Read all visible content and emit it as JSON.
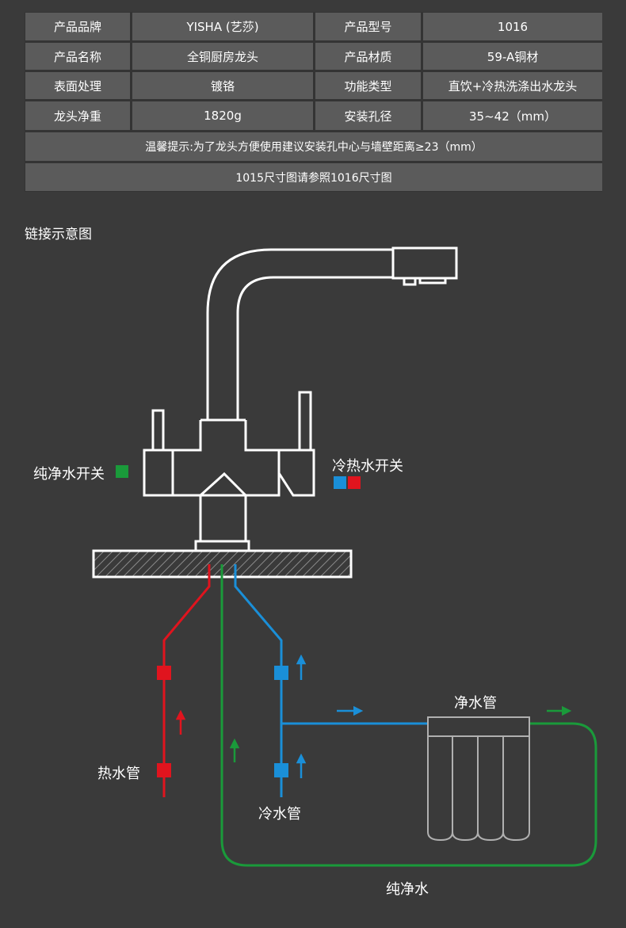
{
  "spec_table": {
    "rows": [
      [
        "产品品牌",
        "YISHA (艺莎)",
        "产品型号",
        "1016"
      ],
      [
        "产品名称",
        "全铜厨房龙头",
        "产品材质",
        "59-A铜材"
      ],
      [
        "表面处理",
        "镀铬",
        "功能类型",
        "直饮+冷热洗涤出水龙头"
      ],
      [
        "龙头净重",
        "1820g",
        "安装孔径",
        "35~42（mm）"
      ]
    ],
    "tip": "温馨提示:为了龙头方便使用建议安装孔中心与墙壁距离≥23（mm）",
    "note": "1015尺寸图请参照1016尺寸图"
  },
  "diagram": {
    "heading": "链接示意图",
    "labels": {
      "pure_switch": "纯净水开关",
      "hot_cold_switch": "冷热水开关",
      "purifier_pipe": "净水管",
      "hot_pipe": "热水管",
      "cold_pipe": "冷水管",
      "pure_water": "纯净水"
    },
    "colors": {
      "hot": "#e0141e",
      "cold": "#1a8fd8",
      "pure": "#1a9a3a",
      "outline": "#ffffff",
      "filter": "#b0b0b0"
    }
  }
}
